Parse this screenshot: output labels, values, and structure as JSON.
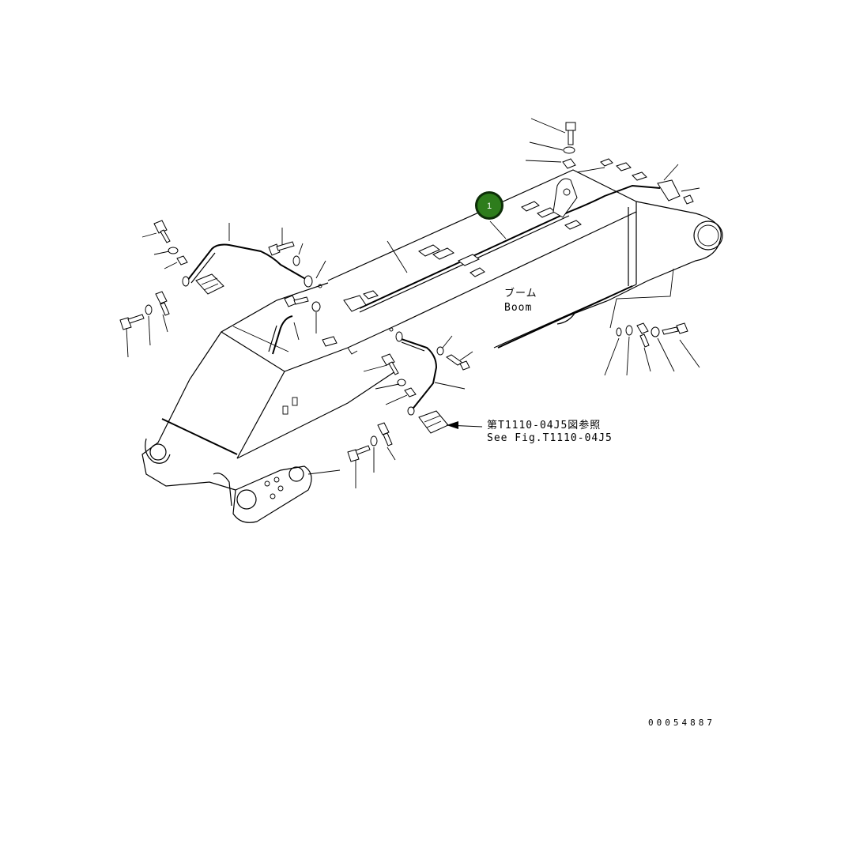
{
  "diagram": {
    "callout": {
      "number": "1",
      "color": "#2e7d1c",
      "ring_color": "#0d2e08"
    },
    "boom_label_jp": "ブーム",
    "boom_label_en": "Boom",
    "reference_jp": "第T1110-04J5図参照",
    "reference_en": "See Fig.T1110-04J5",
    "drawing_number": "00054887"
  }
}
